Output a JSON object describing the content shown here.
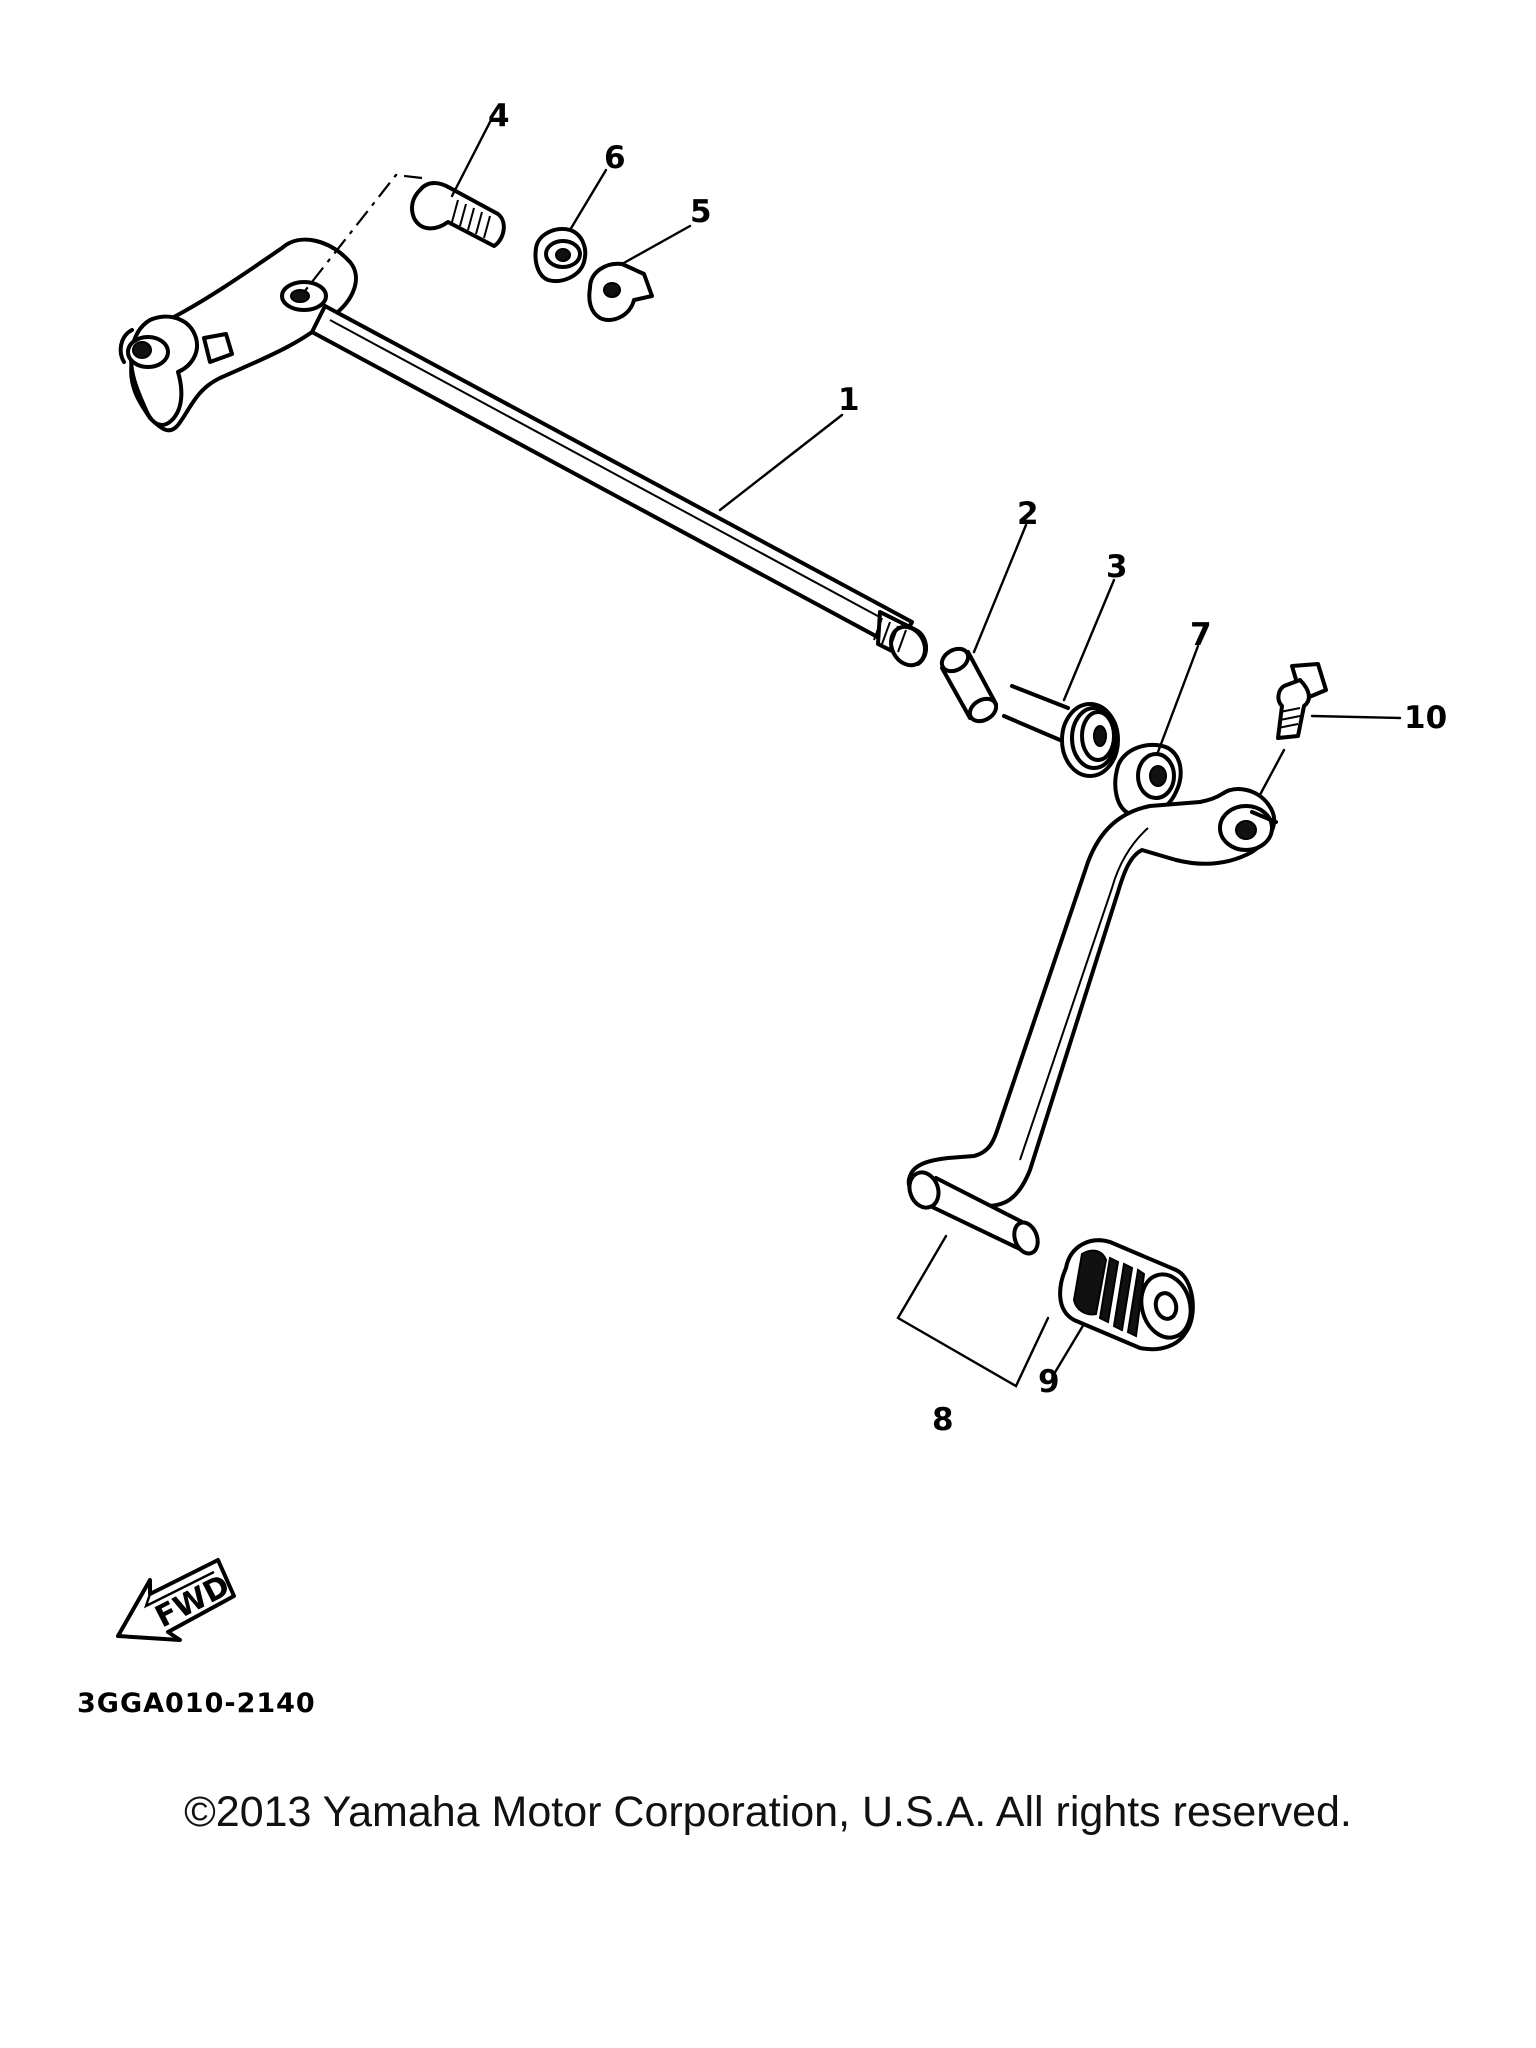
{
  "diagram": {
    "callouts": [
      "1",
      "2",
      "3",
      "4",
      "5",
      "6",
      "7",
      "8",
      "9",
      "10"
    ],
    "fwd_label": "FWD",
    "drawing_code": "3GGA010-2140",
    "copyright": "©2013 Yamaha Motor Corporation, U.S.A. All rights reserved.",
    "line_color": "#000000",
    "background_color": "#ffffff"
  }
}
